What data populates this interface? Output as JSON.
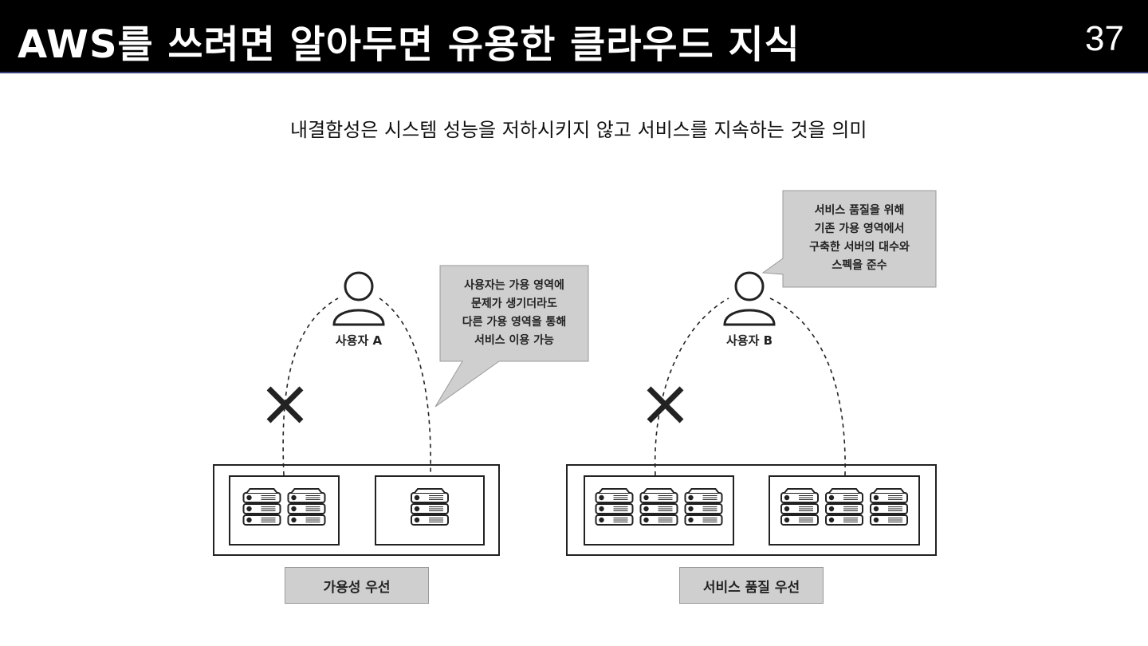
{
  "header": {
    "title": "AWS를 쓰려면 알아두면 유용한 클라우드 지식",
    "page_number": "37"
  },
  "lead_text": "내결함성은 시스템 성능을 저하시키지 않고 서비스를 지속하는 것을 의미",
  "left": {
    "user_label": "사용자 A",
    "callout_lines": [
      "사용자는 가용 영역에",
      "문제가 생기더라도",
      "다른 가용 영역을 통해",
      "서비스 이용 가능"
    ],
    "caption": "가용성 우선",
    "servers": [
      2,
      1
    ]
  },
  "right": {
    "user_label": "사용자 B",
    "callout_lines": [
      "서비스 품질을 위해",
      "기존 가용 영역에서",
      "구축한 서버의 대수와",
      "스펙을 준수"
    ],
    "caption": "서비스 품질 우선",
    "servers": [
      3,
      3
    ]
  },
  "colors": {
    "header_bg": "#000000",
    "callout_bg": "#cfcfcf",
    "stroke": "#222222"
  }
}
